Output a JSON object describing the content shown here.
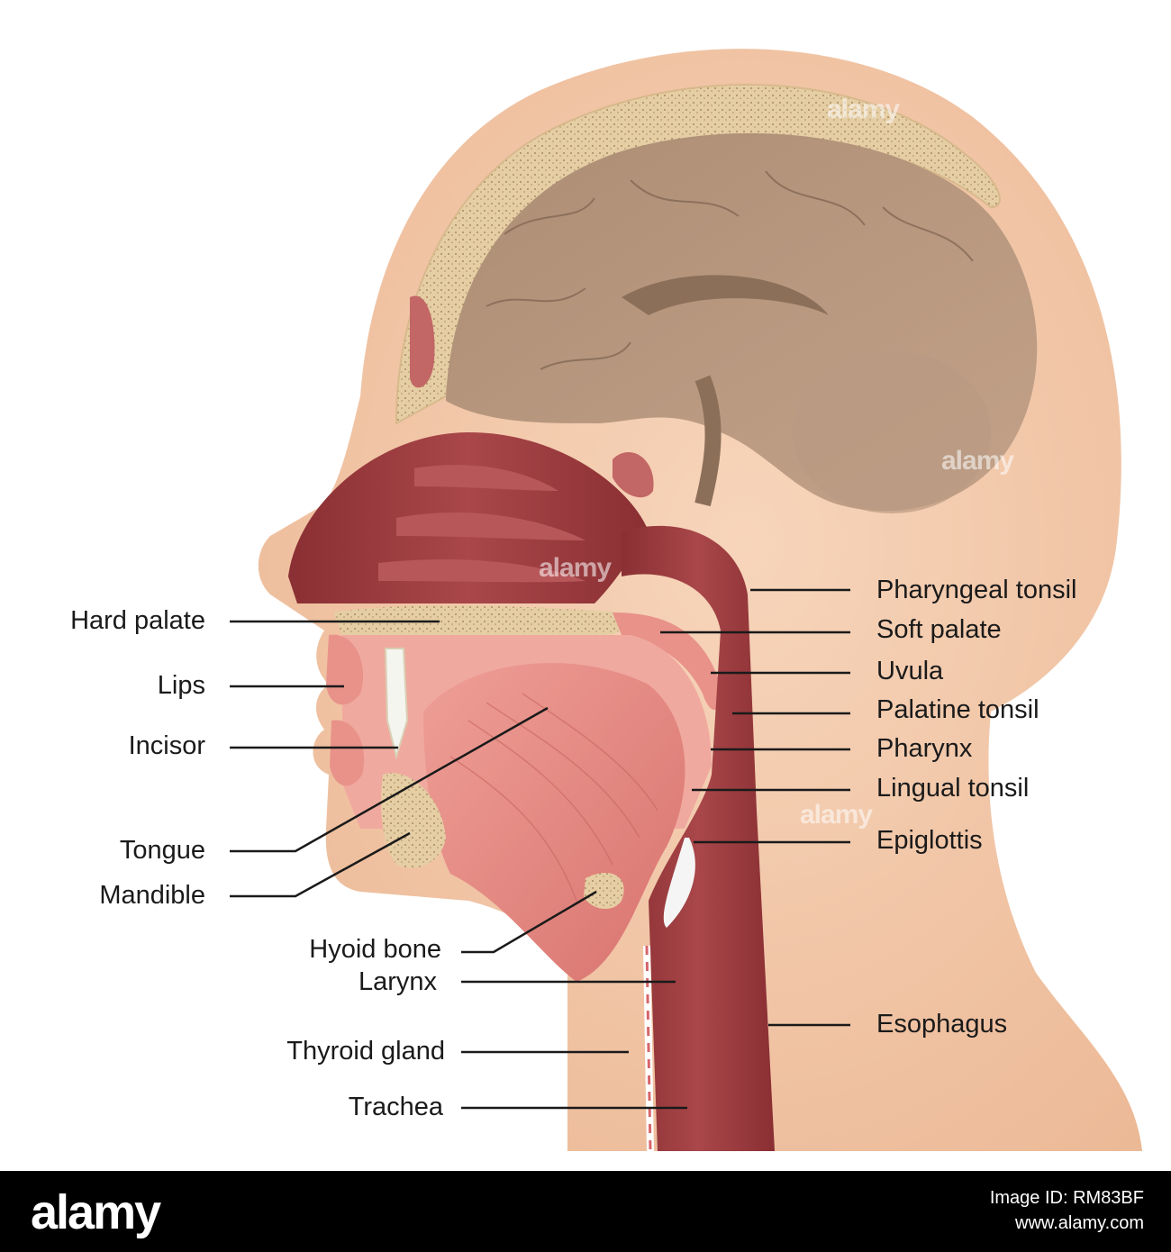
{
  "labels_left": [
    {
      "id": "hard-palate",
      "text": "Hard palate"
    },
    {
      "id": "lips",
      "text": "Lips"
    },
    {
      "id": "incisor",
      "text": "Incisor"
    },
    {
      "id": "tongue",
      "text": "Tongue"
    },
    {
      "id": "mandible",
      "text": "Mandible"
    },
    {
      "id": "hyoid-bone",
      "text": "Hyoid bone"
    },
    {
      "id": "larynx",
      "text": "Larynx"
    },
    {
      "id": "thyroid-gland",
      "text": "Thyroid gland"
    },
    {
      "id": "trachea",
      "text": "Trachea"
    }
  ],
  "labels_right": [
    {
      "id": "pharyngeal-tonsil",
      "text": "Pharyngeal tonsil"
    },
    {
      "id": "soft-palate",
      "text": "Soft palate"
    },
    {
      "id": "uvula",
      "text": "Uvula"
    },
    {
      "id": "palatine-tonsil",
      "text": "Palatine tonsil"
    },
    {
      "id": "pharynx",
      "text": "Pharynx"
    },
    {
      "id": "lingual-tonsil",
      "text": "Lingual tonsil"
    },
    {
      "id": "epiglottis",
      "text": "Epiglottis"
    },
    {
      "id": "esophagus",
      "text": "Esophagus"
    }
  ],
  "watermark": {
    "text": "alamy"
  },
  "footer": {
    "logo": "alamy",
    "image_id": "Image ID: RM83BF",
    "site": "www.alamy.com"
  },
  "colors": {
    "skin": "#f3c9a8",
    "skin_dark": "#e9b38f",
    "bone": "#e8d1a8",
    "brain": "#b0927a",
    "tissue": "#9b3b3e",
    "tissue_light": "#e9928a",
    "background": "#ffffff",
    "footer": "#000000"
  }
}
